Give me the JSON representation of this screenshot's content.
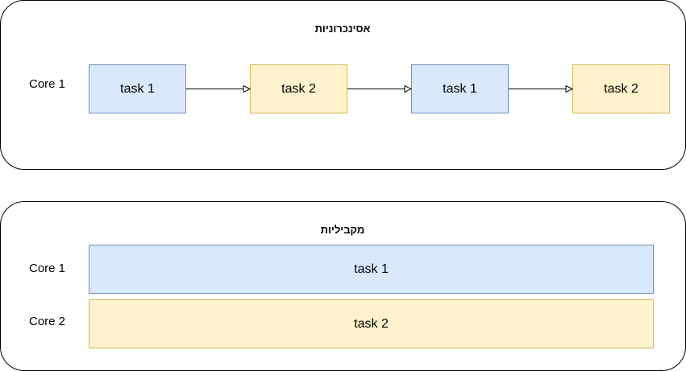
{
  "async_panel": {
    "title": "אסינכרוניות",
    "core_label": "Core 1",
    "tasks": [
      {
        "label": "task 1",
        "color": "#dae8fc"
      },
      {
        "label": "task 2",
        "color": "#fff2cc"
      },
      {
        "label": "task 1",
        "color": "#dae8fc"
      },
      {
        "label": "task 2",
        "color": "#fff2cc"
      }
    ]
  },
  "parallel_panel": {
    "title": "מקביליות",
    "rows": [
      {
        "core_label": "Core 1",
        "task_label": "task 1",
        "color": "#dae8fc"
      },
      {
        "core_label": "Core 2",
        "task_label": "task 2",
        "color": "#fff2cc"
      }
    ]
  },
  "colors": {
    "blue_fill": "#dae8fc",
    "blue_stroke": "#6c8ebf",
    "yellow_fill": "#fff2cc",
    "yellow_stroke": "#d6b656"
  }
}
